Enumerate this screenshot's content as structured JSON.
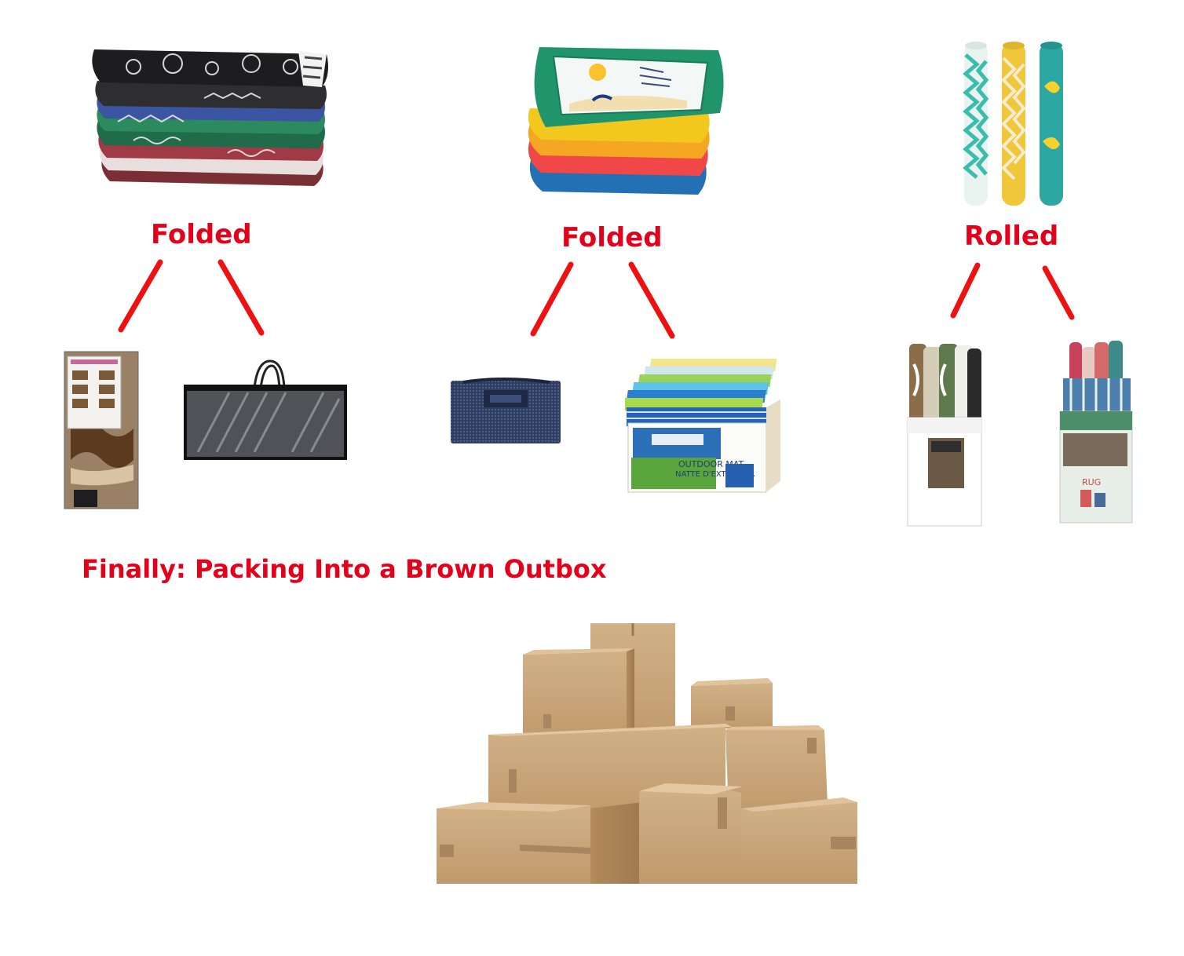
{
  "branches": [
    {
      "label": "Folded"
    },
    {
      "label": "Folded"
    },
    {
      "label": "Rolled"
    }
  ],
  "final_step": "Finally: Packing Into a Brown Outbox",
  "product_text": {
    "box_line1": "OUTDOOR MAT",
    "box_line2": "NATTE D'EXTERIEUR",
    "display_label": "RUG"
  },
  "colors": {
    "label_red": "#e3001b",
    "connector_red": "#ee1111",
    "cardboard": "#c9a77c"
  }
}
